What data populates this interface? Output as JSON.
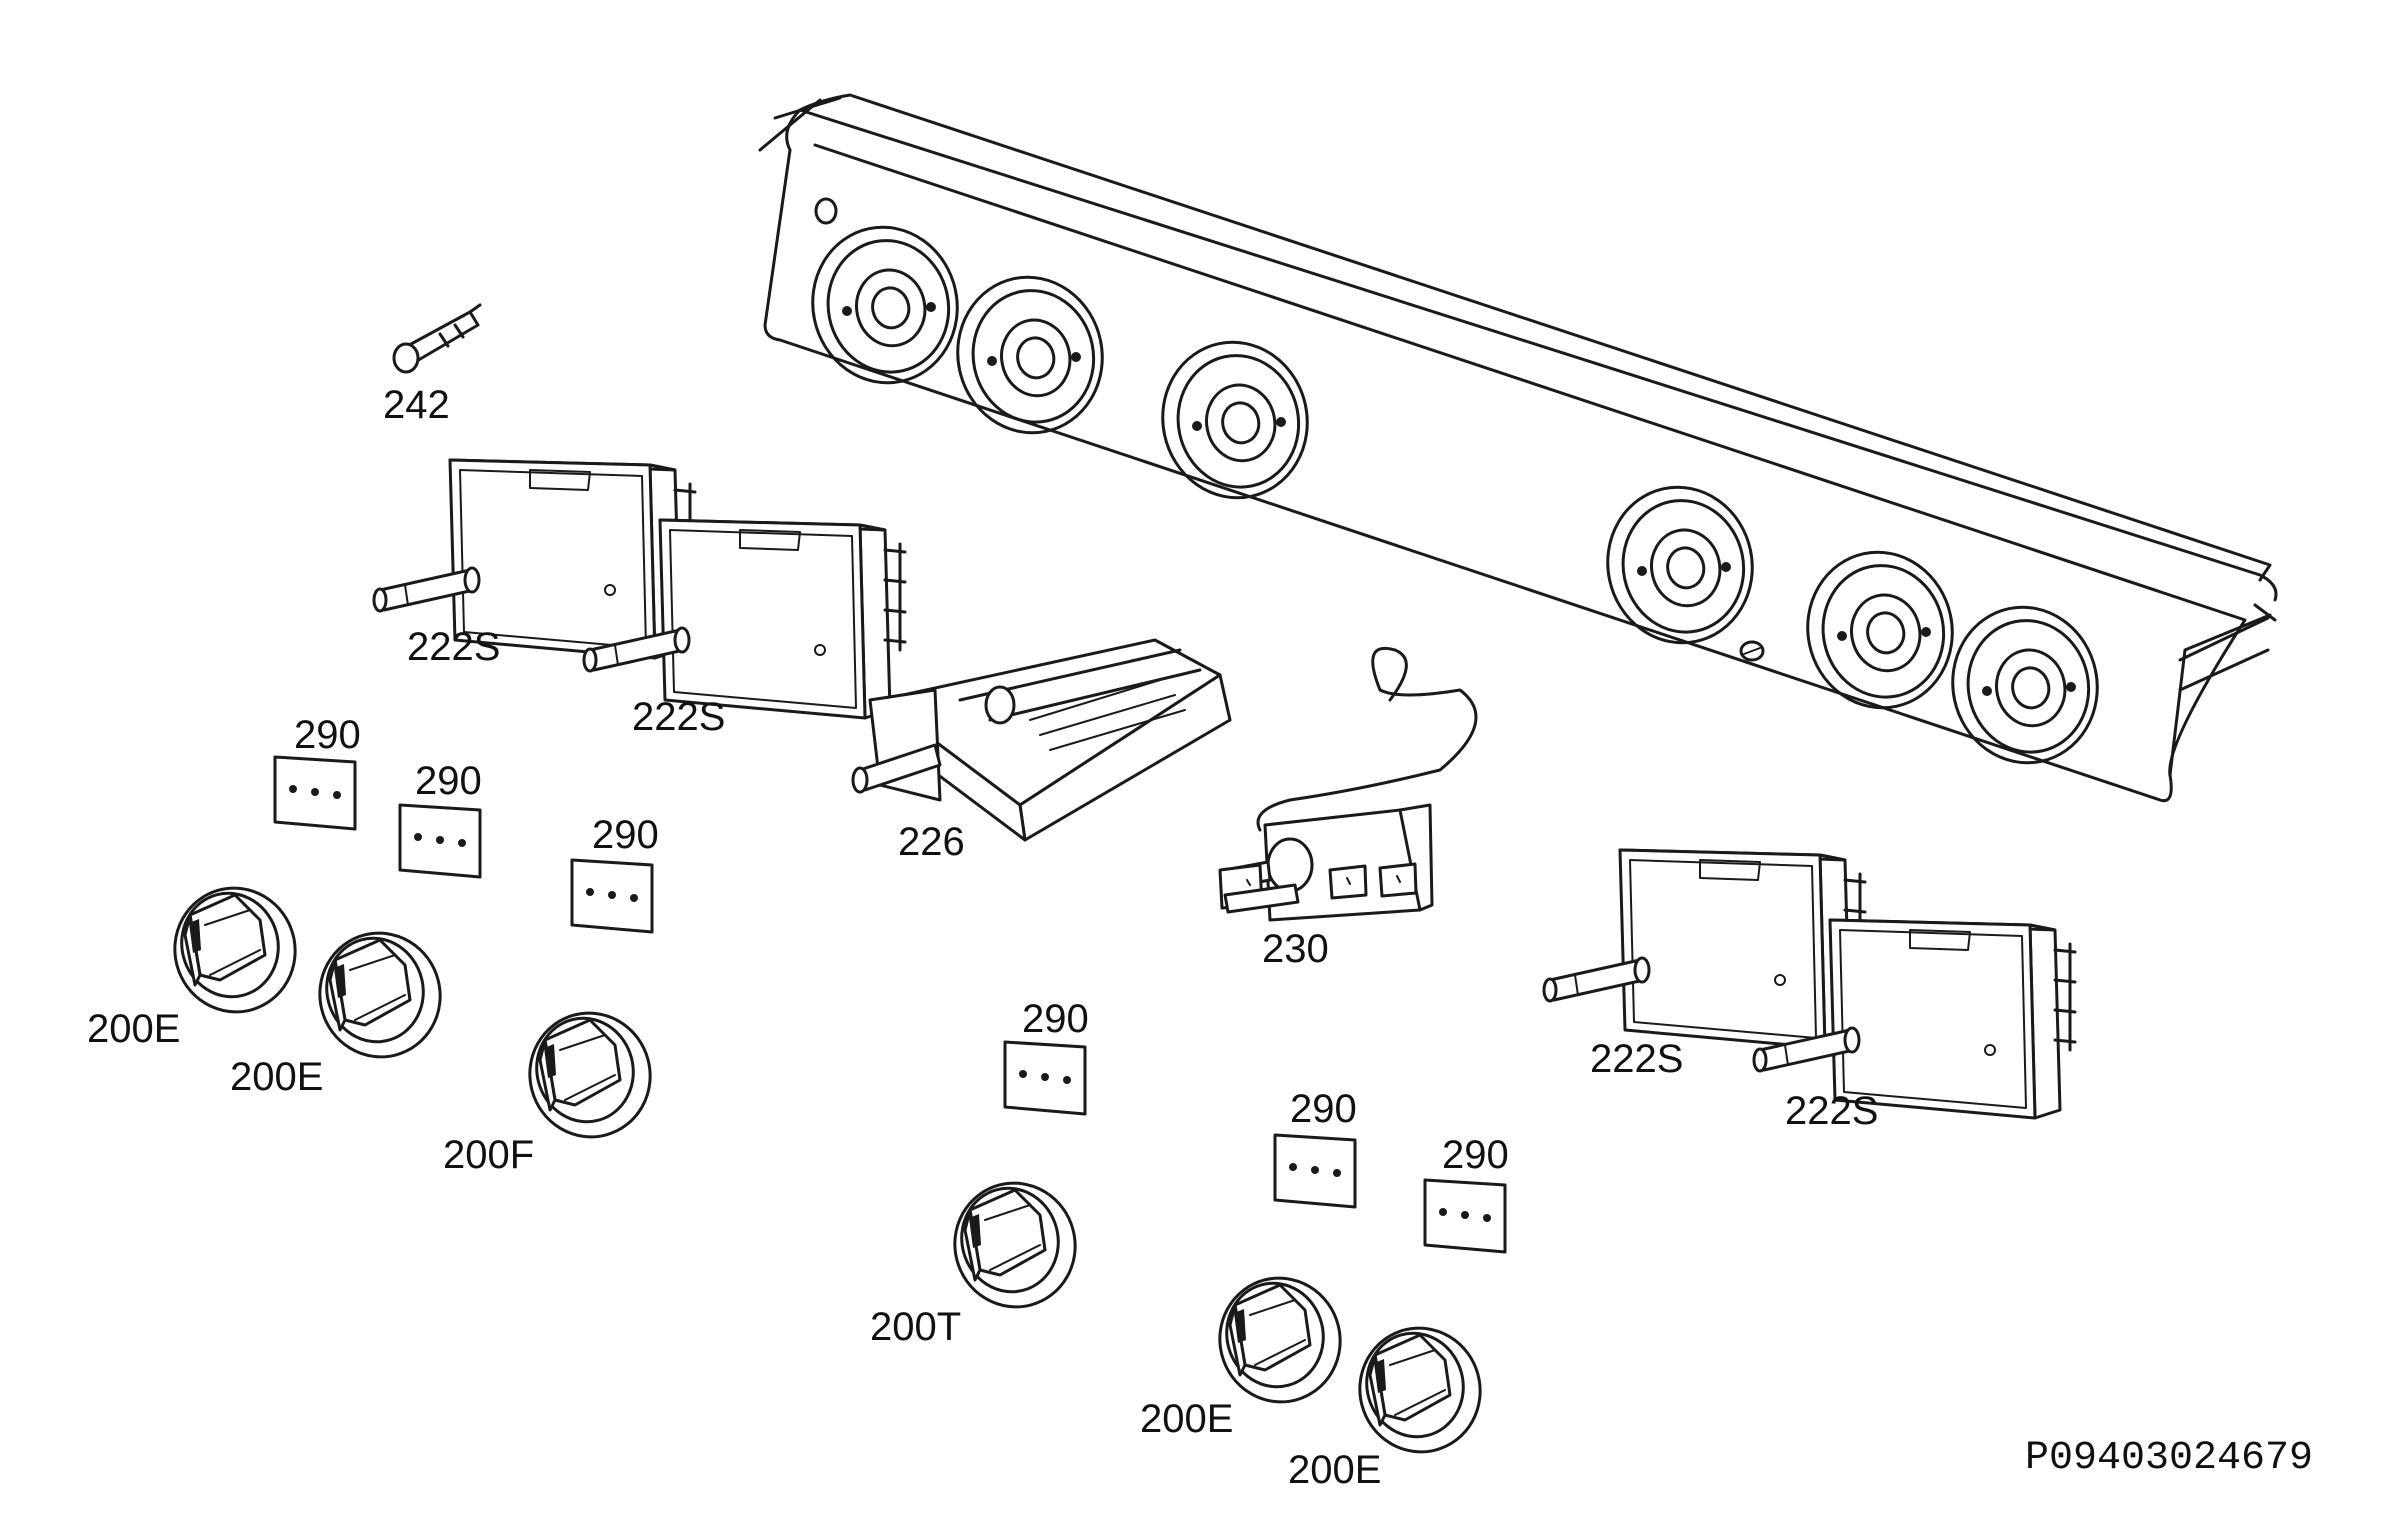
{
  "diagram": {
    "document_code": "P09403024679",
    "parts": [
      {
        "id": "242",
        "label": "242"
      },
      {
        "id": "222S",
        "label": "222S"
      },
      {
        "id": "226",
        "label": "226"
      },
      {
        "id": "230",
        "label": "230"
      },
      {
        "id": "290",
        "label": "290"
      },
      {
        "id": "200E",
        "label": "200E"
      },
      {
        "id": "200F",
        "label": "200F"
      },
      {
        "id": "200T",
        "label": "200T"
      }
    ],
    "labels": {
      "l242": "242",
      "l222s_1": "222S",
      "l222s_2": "222S",
      "l222s_3": "222S",
      "l222s_4": "222S",
      "l226": "226",
      "l230": "230",
      "l290_1": "290",
      "l290_2": "290",
      "l290_3": "290",
      "l290_4": "290",
      "l290_5": "290",
      "l290_6": "290",
      "l200e_1": "200E",
      "l200e_2": "200E",
      "l200e_3": "200E",
      "l200e_4": "200E",
      "l200f": "200F",
      "l200t": "200T"
    }
  }
}
